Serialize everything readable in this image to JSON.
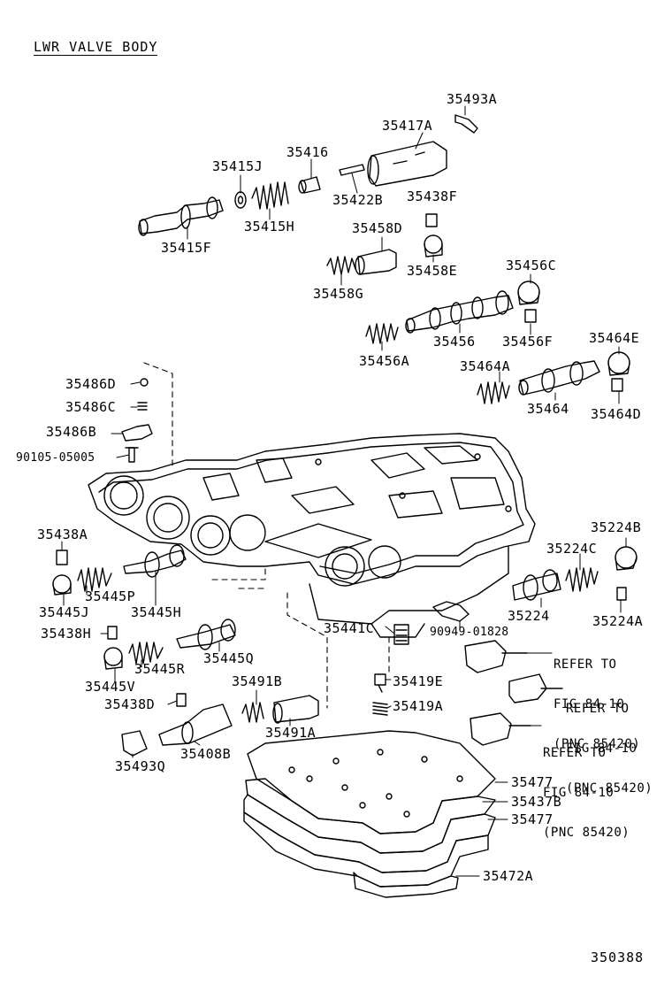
{
  "title": "LWR VALVE BODY",
  "figure_number": "350388",
  "parts": {
    "p35493A": "35493A",
    "p35417A": "35417A",
    "p35416": "35416",
    "p35415J": "35415J",
    "p35422B": "35422B",
    "p35438F": "35438F",
    "p35415H": "35415H",
    "p35415F": "35415F",
    "p35458D": "35458D",
    "p35458E": "35458E",
    "p35458G": "35458G",
    "p35456C": "35456C",
    "p35456": "35456",
    "p35456F": "35456F",
    "p35456A": "35456A",
    "p35464E": "35464E",
    "p35464A": "35464A",
    "p35464": "35464",
    "p35464D": "35464D",
    "p35486D": "35486D",
    "p35486C": "35486C",
    "p35486B": "35486B",
    "p90105": "90105-05005",
    "p35438A": "35438A",
    "p35445P": "35445P",
    "p35445J": "35445J",
    "p35445H": "35445H",
    "p35438H": "35438H",
    "p35445Q": "35445Q",
    "p35445R": "35445R",
    "p35445V": "35445V",
    "p35491B": "35491B",
    "p35438D": "35438D",
    "p35491A": "35491A",
    "p35493Q": "35493Q",
    "p35408B": "35408B",
    "p35441C": "35441C",
    "p35419E": "35419E",
    "p35419A": "35419A",
    "p90949": "90949-01828",
    "p35224B": "35224B",
    "p35224C": "35224C",
    "p35224": "35224",
    "p35224A": "35224A",
    "p35477a": "35477",
    "p35437B": "35437B",
    "p35477b": "35477",
    "p35472A": "35472A"
  },
  "references": [
    {
      "line1": "REFER TO",
      "line2": "FIG 84-10",
      "line3": "(PNC 85420)"
    },
    {
      "line1": "REFER TO",
      "line2": "FIG 84-10",
      "line3": "(PNC 85420)"
    },
    {
      "line1": "REFER TO",
      "line2": "FIG 84-10",
      "line3": "(PNC 85420)"
    }
  ]
}
